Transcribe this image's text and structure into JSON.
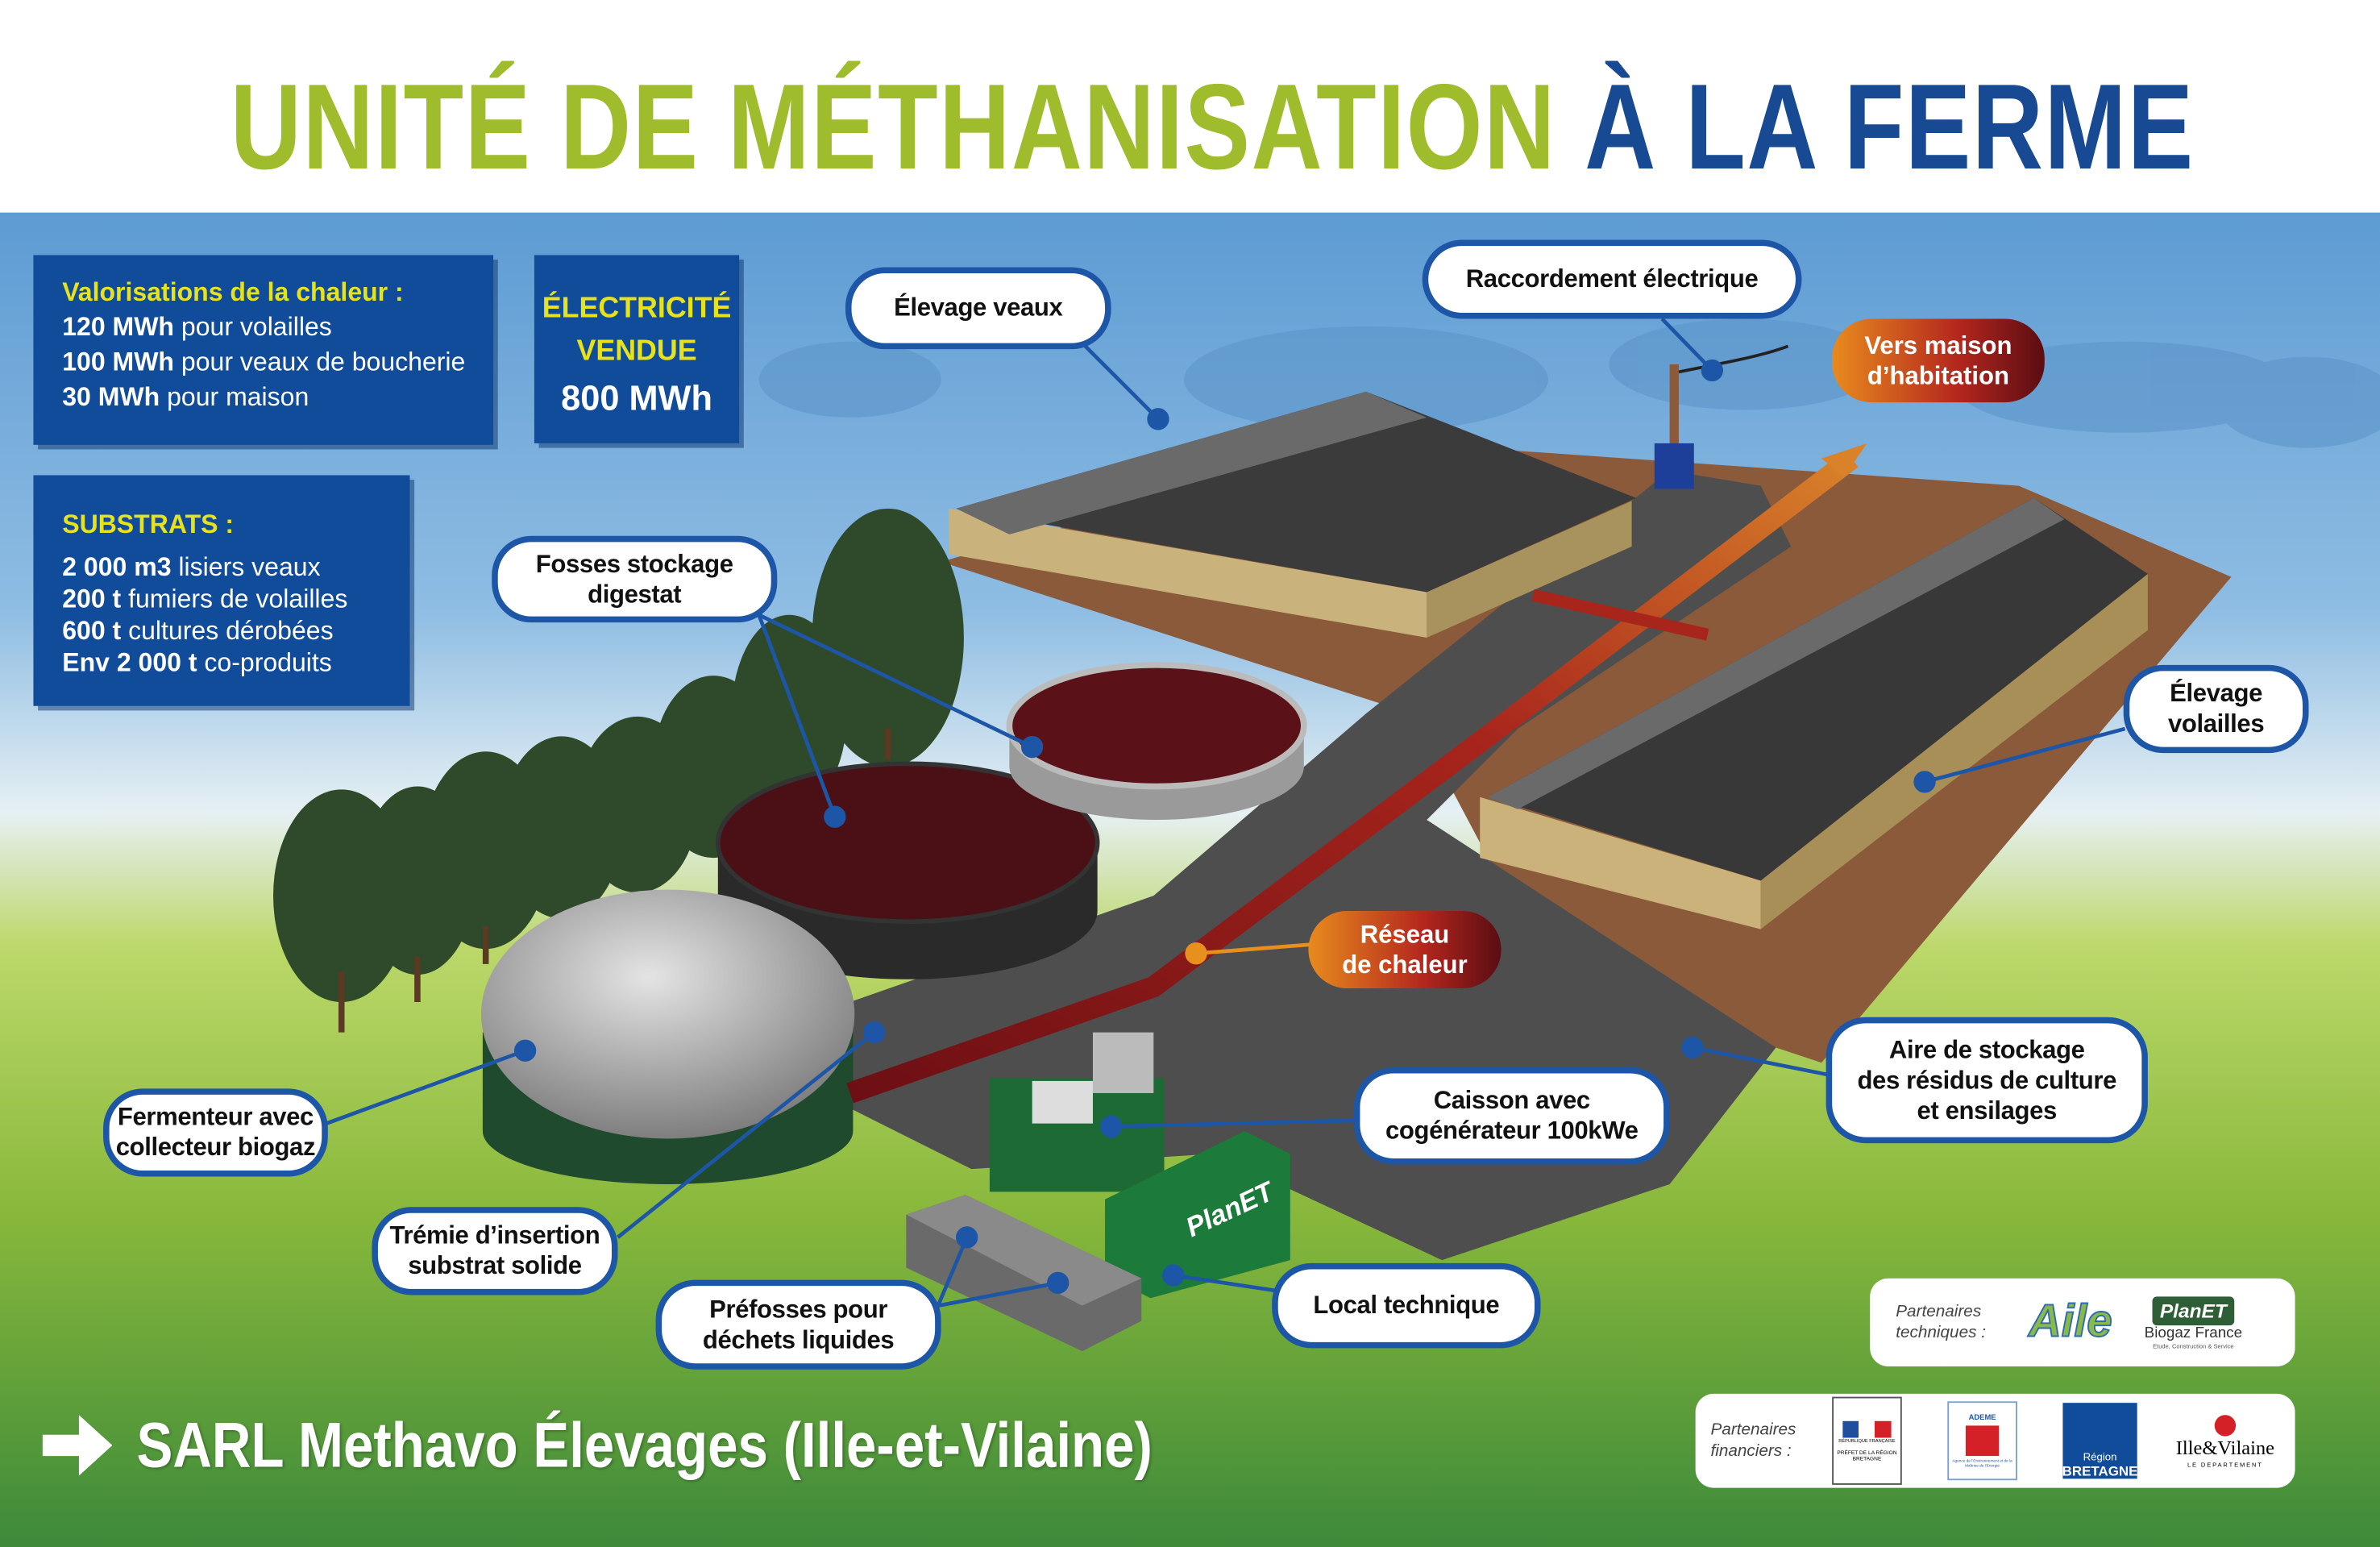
{
  "title": {
    "part1": "UNITÉ DE MÉTHANISATION",
    "part2": "À LA FERME"
  },
  "colors": {
    "title_green": "#9ebc2b",
    "title_blue": "#174a92",
    "box_blue": "#114c9a",
    "box_yellow": "#e6e21c",
    "label_border": "#1d56a6"
  },
  "heat_box": {
    "heading": "Valorisations de la chaleur :",
    "lines": [
      {
        "value": "120 MWh",
        "text": "pour volailles"
      },
      {
        "value": "100 MWh",
        "text": "pour veaux de boucherie"
      },
      {
        "value": "30 MWh",
        "text": "pour maison"
      }
    ]
  },
  "electricity_box": {
    "line1": "ÉLECTRICITÉ",
    "line2": "VENDUE",
    "value": "800 MWh"
  },
  "substrates_box": {
    "heading": "SUBSTRATS :",
    "lines": [
      {
        "value": "2 000 m3",
        "text": "lisiers veaux"
      },
      {
        "value": "200 t",
        "text": "fumiers de volailles"
      },
      {
        "value": "600 t",
        "text": "cultures dérobées"
      },
      {
        "value": "Env 2 000 t",
        "text": "co-produits"
      }
    ]
  },
  "labels": {
    "elevage_veaux": "Élevage veaux",
    "raccordement": "Raccordement électrique",
    "vers_maison": [
      "Vers maison",
      "d’habitation"
    ],
    "fosses": [
      "Fosses stockage",
      "digestat"
    ],
    "elevage_volailles": [
      "Élevage",
      "volailles"
    ],
    "reseau": [
      "Réseau",
      "de chaleur"
    ],
    "aire": [
      "Aire de stockage",
      "des résidus de culture",
      "et ensilages"
    ],
    "caisson": [
      "Caisson avec",
      "cogénérateur 100kWe"
    ],
    "fermenteur": [
      "Fermenteur avec",
      "collecteur biogaz"
    ],
    "tremie": [
      "Trémie d’insertion",
      "substrat solide"
    ],
    "prefosses": [
      "Préfosses pour",
      "déchets liquides"
    ],
    "local": "Local technique"
  },
  "container_brand": "PlanET",
  "footer": {
    "arrow_icon": "right-arrow-icon",
    "text": "SARL Methavo Élevages (Ille-et-Vilaine)"
  },
  "partners_technical": {
    "label": [
      "Partenaires",
      "techniques :"
    ],
    "logos": [
      {
        "name": "Aile",
        "text": "Aile"
      },
      {
        "name": "PlanET Biogaz France",
        "text": "PlanET",
        "sub": "Biogaz France",
        "tagline": "Etude, Construction & Service"
      }
    ]
  },
  "partners_financial": {
    "label": [
      "Partenaires",
      "financiers :"
    ],
    "logos": [
      {
        "name": "Préfet de la région Bretagne",
        "text": "RÉPUBLIQUE FRANÇAISE",
        "sub": "PRÉFET DE LA RÉGION BRETAGNE"
      },
      {
        "name": "ADEME",
        "text": "ADEME",
        "sub": "Agence de l’Environnement et de la Maîtrise de l’Energie"
      },
      {
        "name": "Région Bretagne",
        "text": "Région",
        "sub": "BRETAGNE"
      },
      {
        "name": "Ille & Vilaine",
        "text": "Ille&Vilaine",
        "sub": "LE DEPARTEMENT"
      }
    ]
  }
}
